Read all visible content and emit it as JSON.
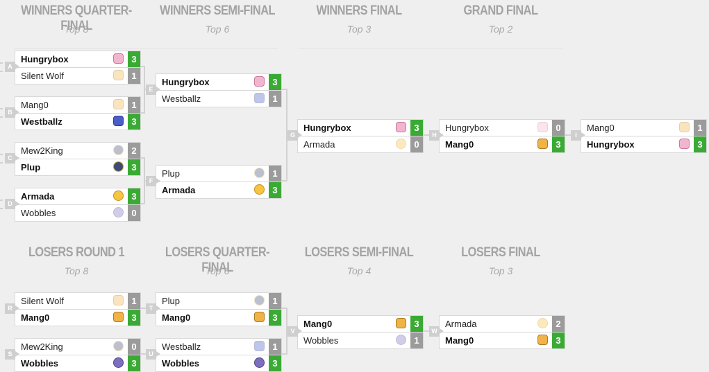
{
  "winners_rounds": [
    {
      "title": "WINNERS QUARTER-FINAL",
      "sub": "Top 8"
    },
    {
      "title": "WINNERS SEMI-FINAL",
      "sub": "Top 6"
    },
    {
      "title": "WINNERS FINAL",
      "sub": "Top 3"
    },
    {
      "title": "GRAND FINAL",
      "sub": "Top 2"
    }
  ],
  "losers_rounds": [
    {
      "title": "LOSERS ROUND 1",
      "sub": "Top 8"
    },
    {
      "title": "LOSERS QUARTER-FINAL",
      "sub": "Top 6"
    },
    {
      "title": "LOSERS SEMI-FINAL",
      "sub": "Top 4"
    },
    {
      "title": "LOSERS FINAL",
      "sub": "Top 3"
    }
  ],
  "matches": [
    {
      "label": "A",
      "p1": {
        "name": "Hungrybox",
        "score": "3",
        "win": true,
        "char": "jigglypuff-icon"
      },
      "p2": {
        "name": "Silent Wolf",
        "score": "1",
        "win": false,
        "char": "fox-icon"
      }
    },
    {
      "label": "B",
      "p1": {
        "name": "Mang0",
        "score": "1",
        "win": false,
        "char": "fox-icon"
      },
      "p2": {
        "name": "Westballz",
        "score": "3",
        "win": true,
        "char": "falco-icon"
      }
    },
    {
      "label": "C",
      "p1": {
        "name": "Mew2King",
        "score": "2",
        "win": false,
        "char": "sheik-icon"
      },
      "p2": {
        "name": "Plup",
        "score": "3",
        "win": true,
        "char": "sheik-icon"
      }
    },
    {
      "label": "D",
      "p1": {
        "name": "Armada",
        "score": "3",
        "win": true,
        "char": "peach-icon"
      },
      "p2": {
        "name": "Wobbles",
        "score": "0",
        "win": false,
        "char": "ice-climbers-icon"
      }
    },
    {
      "label": "E",
      "p1": {
        "name": "Hungrybox",
        "score": "3",
        "win": true,
        "char": "jigglypuff-icon"
      },
      "p2": {
        "name": "Westballz",
        "score": "1",
        "win": false,
        "char": "falco-icon"
      }
    },
    {
      "label": "F",
      "p1": {
        "name": "Plup",
        "score": "1",
        "win": false,
        "char": "sheik-icon"
      },
      "p2": {
        "name": "Armada",
        "score": "3",
        "win": true,
        "char": "peach-icon"
      }
    },
    {
      "label": "G",
      "p1": {
        "name": "Hungrybox",
        "score": "3",
        "win": true,
        "char": "jigglypuff-icon"
      },
      "p2": {
        "name": "Armada",
        "score": "0",
        "win": false,
        "char": "peach-icon"
      }
    },
    {
      "label": "H",
      "p1": {
        "name": "Hungrybox",
        "score": "0",
        "win": false,
        "char": "jigglypuff-icon"
      },
      "p2": {
        "name": "Mang0",
        "score": "3",
        "win": true,
        "char": "fox-icon"
      }
    },
    {
      "label": "I",
      "p1": {
        "name": "Mang0",
        "score": "1",
        "win": false,
        "char": "fox-icon"
      },
      "p2": {
        "name": "Hungrybox",
        "score": "3",
        "win": true,
        "char": "jigglypuff-icon"
      }
    },
    {
      "label": "R",
      "p1": {
        "name": "Silent Wolf",
        "score": "1",
        "win": false,
        "char": "fox-icon"
      },
      "p2": {
        "name": "Mang0",
        "score": "3",
        "win": true,
        "char": "fox-icon"
      }
    },
    {
      "label": "S",
      "p1": {
        "name": "Mew2King",
        "score": "0",
        "win": false,
        "char": "sheik-icon"
      },
      "p2": {
        "name": "Wobbles",
        "score": "3",
        "win": true,
        "char": "ice-climbers-icon"
      }
    },
    {
      "label": "T",
      "p1": {
        "name": "Plup",
        "score": "1",
        "win": false,
        "char": "sheik-icon"
      },
      "p2": {
        "name": "Mang0",
        "score": "3",
        "win": true,
        "char": "fox-icon"
      }
    },
    {
      "label": "U",
      "p1": {
        "name": "Westballz",
        "score": "1",
        "win": false,
        "char": "falco-icon"
      },
      "p2": {
        "name": "Wobbles",
        "score": "3",
        "win": true,
        "char": "ice-climbers-icon"
      }
    },
    {
      "label": "V",
      "p1": {
        "name": "Mang0",
        "score": "3",
        "win": true,
        "char": "fox-icon"
      },
      "p2": {
        "name": "Wobbles",
        "score": "1",
        "win": false,
        "char": "ice-climbers-icon"
      }
    },
    {
      "label": "W",
      "p1": {
        "name": "Armada",
        "score": "2",
        "win": false,
        "char": "peach-icon"
      },
      "p2": {
        "name": "Mang0",
        "score": "3",
        "win": true,
        "char": "fox-icon"
      }
    }
  ],
  "colors": {
    "win": "#3aaa35",
    "loss": "#9b9b9b",
    "title": "#a3a3a3",
    "background": "#efefef"
  }
}
